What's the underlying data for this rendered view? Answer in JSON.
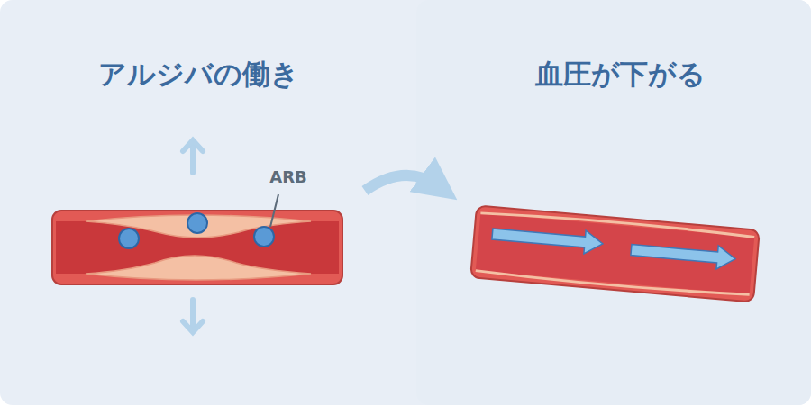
{
  "diagram": {
    "labels": [
      "アルジバの働き",
      "血圧が下がる",
      "ARB"
    ]
  }
}
